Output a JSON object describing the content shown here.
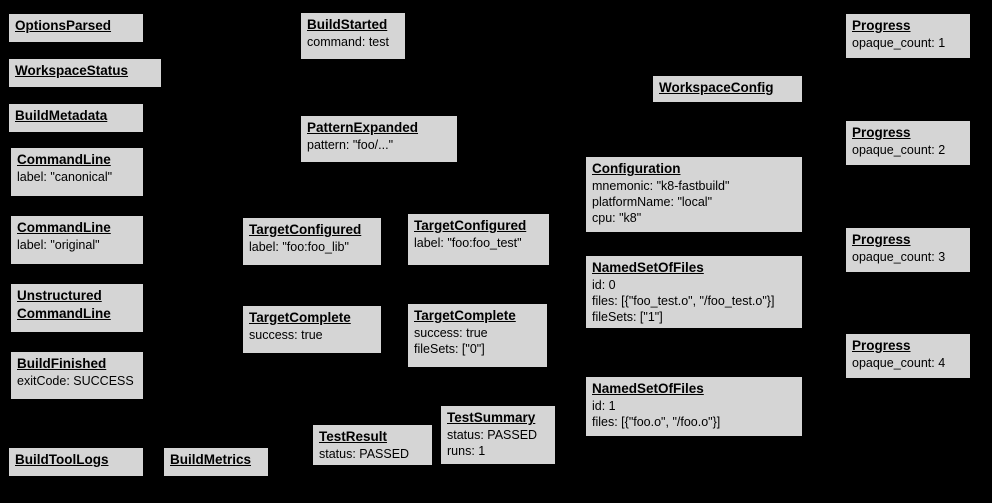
{
  "colors": {
    "background": "#000000",
    "node_fill": "#d5d5d5",
    "node_border": "#000000",
    "text": "#000000"
  },
  "nodes": {
    "options_parsed": {
      "title": "OptionsParsed"
    },
    "workspace_status": {
      "title": "WorkspaceStatus"
    },
    "build_metadata": {
      "title": "BuildMetadata"
    },
    "command_line_canonical": {
      "title": "CommandLine",
      "lines": [
        "label: \"canonical\""
      ]
    },
    "command_line_original": {
      "title": "CommandLine",
      "lines": [
        "label: \"original\""
      ]
    },
    "unstructured_command_line": {
      "title": "Unstructured CommandLine"
    },
    "build_finished": {
      "title": "BuildFinished",
      "lines": [
        "exitCode: SUCCESS"
      ]
    },
    "build_tool_logs": {
      "title": "BuildToolLogs"
    },
    "build_metrics": {
      "title": "BuildMetrics"
    },
    "build_started": {
      "title": "BuildStarted",
      "lines": [
        "command: test"
      ]
    },
    "pattern_expanded": {
      "title": "PatternExpanded",
      "lines": [
        "pattern: \"foo/...\""
      ]
    },
    "target_configured_lib": {
      "title": "TargetConfigured",
      "lines": [
        "label: \"foo:foo_lib\""
      ]
    },
    "target_configured_test": {
      "title": "TargetConfigured",
      "lines": [
        "label: \"foo:foo_test\""
      ]
    },
    "target_complete_lib": {
      "title": "TargetComplete",
      "lines": [
        "success: true"
      ]
    },
    "target_complete_test": {
      "title": "TargetComplete",
      "lines": [
        "success: true",
        "fileSets: [\"0\"]"
      ]
    },
    "test_result": {
      "title": "TestResult",
      "lines": [
        "status: PASSED"
      ]
    },
    "test_summary": {
      "title": "TestSummary",
      "lines": [
        "status: PASSED",
        "runs: 1"
      ]
    },
    "workspace_config": {
      "title": "WorkspaceConfig"
    },
    "configuration": {
      "title": "Configuration",
      "lines": [
        "mnemonic: \"k8-fastbuild\"",
        "platformName: \"local\"",
        "cpu: \"k8\""
      ]
    },
    "named_set_0": {
      "title": "NamedSetOfFiles",
      "lines": [
        "id: 0",
        "files: [{\"foo_test.o\", \"/foo_test.o\"}]",
        "fileSets: [\"1\"]"
      ]
    },
    "named_set_1": {
      "title": "NamedSetOfFiles",
      "lines": [
        "id: 1",
        "files: [{\"foo.o\", \"/foo.o\"}]"
      ]
    },
    "progress_1": {
      "title": "Progress",
      "lines": [
        "opaque_count: 1"
      ]
    },
    "progress_2": {
      "title": "Progress",
      "lines": [
        "opaque_count: 2"
      ]
    },
    "progress_3": {
      "title": "Progress",
      "lines": [
        "opaque_count: 3"
      ]
    },
    "progress_4": {
      "title": "Progress",
      "lines": [
        "opaque_count: 4"
      ]
    }
  }
}
